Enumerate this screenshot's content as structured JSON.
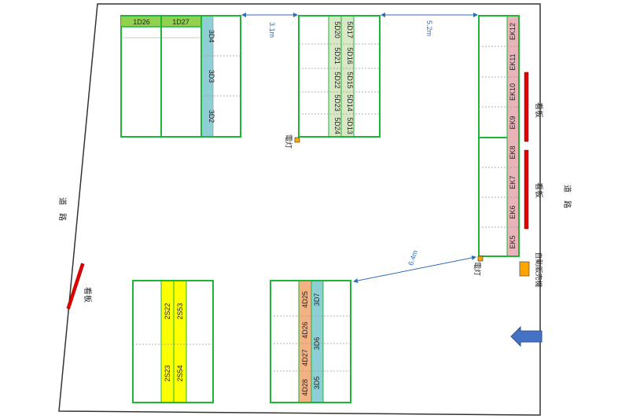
{
  "site": {
    "road_west": "道　路",
    "road_east": "道　路"
  },
  "measurements": {
    "gap_a": "3.1m",
    "gap_b": "5.2m",
    "gap_c": "6.4m"
  },
  "signs": {
    "west": "看板",
    "east_upper": "看板",
    "east_lower": "看板"
  },
  "facilities": {
    "lamp_1": "電灯",
    "lamp_2": "電灯",
    "vending_machine": "自動販売機"
  },
  "stall_labels": {
    "b1_h1": "1D26",
    "b1_h2": "1D27",
    "b1_r1": "3D4",
    "b1_r2": "3D3",
    "b1_r3": "3D2",
    "b2_a1": "5D20",
    "b2_a2": "5D21",
    "b2_a3": "5D22",
    "b2_a4": "5D23",
    "b2_a5": "5D24",
    "b2_b1": "5D17",
    "b2_b2": "5D16",
    "b2_b3": "5D15",
    "b2_b4": "5D14",
    "b2_b5": "5D13",
    "b3_1": "EK12",
    "b3_2": "EK11",
    "b3_3": "EK10",
    "b3_4": "EK9",
    "b3_5": "EK8",
    "b3_6": "EK7",
    "b3_7": "EK6",
    "b3_8": "EK5",
    "b4_a1": "2S22",
    "b4_a2": "2S23",
    "b4_b1": "2S53",
    "b4_b2": "2S54",
    "b5_a1": "4D25",
    "b5_a2": "4D26",
    "b5_a3": "4D27",
    "b5_a4": "4D28",
    "b5_b1": "3D7",
    "b5_b2": "3D6",
    "b5_b3": "3D5"
  },
  "colors": {
    "block_border": "#1fb53a",
    "header_green": "#92d050",
    "stall_blue": "#8ecfd6",
    "stall_light_green": "#d8e8c4",
    "stall_pink": "#e8b4b8",
    "stall_yellow": "#ffff00",
    "stall_orange": "#f4b183",
    "sign_red": "#e00000",
    "lamp_orange": "#ffa500",
    "arrow_blue": "#4472c4",
    "measure_blue": "#2f6db5"
  }
}
